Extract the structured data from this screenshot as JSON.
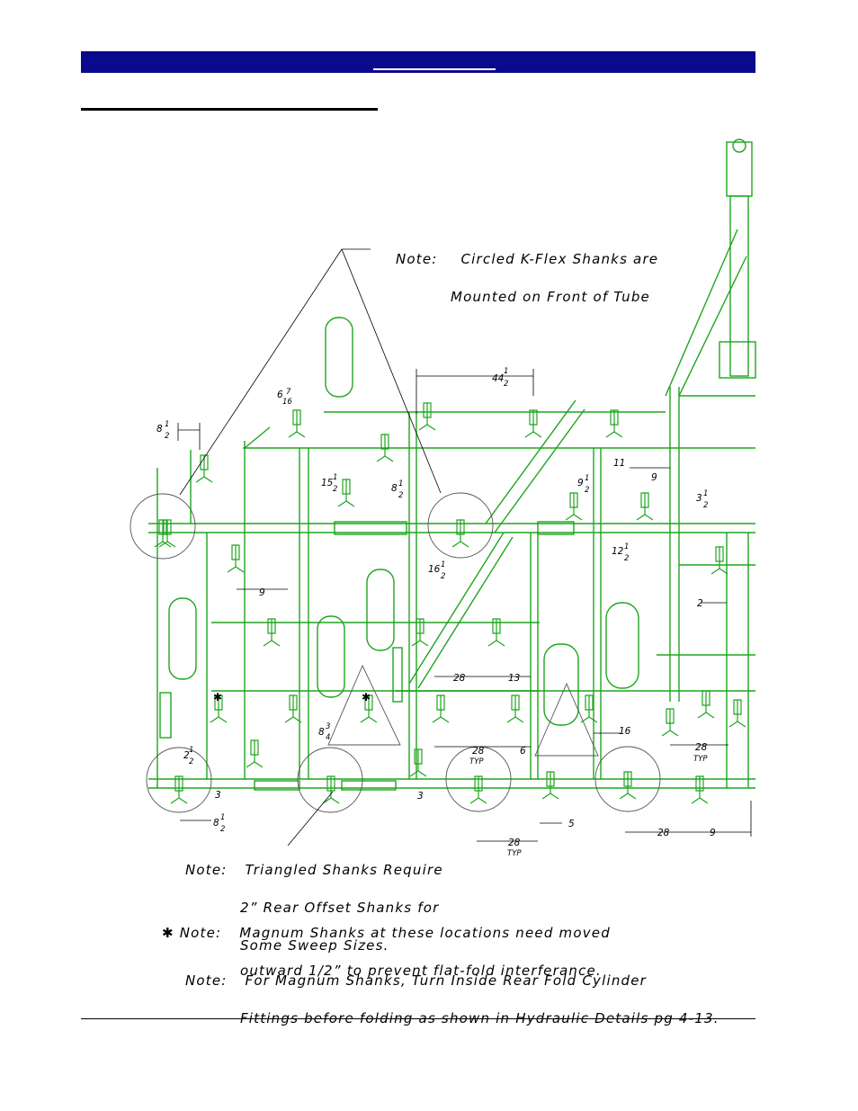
{
  "notes": {
    "kflex_label": "Note:",
    "kflex_line1": "Circled K-Flex Shanks are",
    "kflex_line2": "Mounted on Front of Tube",
    "triangled_label": "Note:",
    "triangled_line1": "Triangled Shanks Require",
    "triangled_line2": "2” Rear Offset Shanks for",
    "triangled_line3": "Some Sweep Sizes.",
    "magnum_label": "Note:",
    "magnum_line1": "Magnum Shanks at these locations need moved",
    "magnum_line2": "outward 1/2” to prevent flat-fold interferance.",
    "fold_label": "Note:",
    "fold_line1": "For Magnum Shanks, Turn Inside Rear Fold Cylinder",
    "fold_line2": "Fittings before folding as shown in Hydraulic Details pg 4-13."
  },
  "dimensions": {
    "d44": "44",
    "d6": "6",
    "d8a": "8",
    "d15": "15",
    "d8b": "8",
    "d9a": "9",
    "d11": "11",
    "d9b": "9",
    "d3a": "3",
    "d12": "12",
    "d16a": "16",
    "d9c": "9",
    "d2": "2",
    "d28a": "28",
    "d13": "13",
    "d8c": "8",
    "d28b": "28",
    "typ1": "TYP",
    "d6b": "6",
    "d16b": "16",
    "d28c": "28",
    "typ2": "TYP",
    "d2b": "2",
    "d3b": "3",
    "d3c": "3",
    "d8d": "8",
    "d5": "5",
    "d28d": "28",
    "typ3": "TYP",
    "d28e": "28",
    "d9d": "9",
    "half": "1",
    "den2": "2",
    "seven": "7",
    "den16": "16",
    "three": "3",
    "den4": "4"
  },
  "colors": {
    "drawing": "#1ea51e",
    "header": "#0a0a8c"
  }
}
